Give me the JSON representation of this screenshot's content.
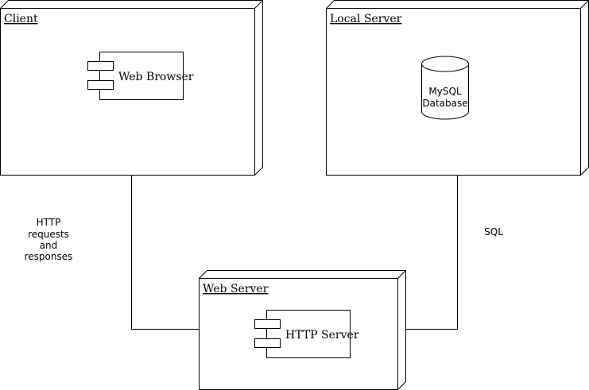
{
  "nodes": {
    "client": {
      "title": "Client"
    },
    "local_server": {
      "title": "Local Server"
    },
    "web_server": {
      "title": "Web Server"
    }
  },
  "components": {
    "web_browser": "Web Browser",
    "http_server": "HTTP Server"
  },
  "database": {
    "line1": "MySQL",
    "line2": "Database"
  },
  "edges": {
    "client_web": [
      "HTTP",
      "requests",
      "and",
      "responses"
    ],
    "local_web": "SQL"
  }
}
